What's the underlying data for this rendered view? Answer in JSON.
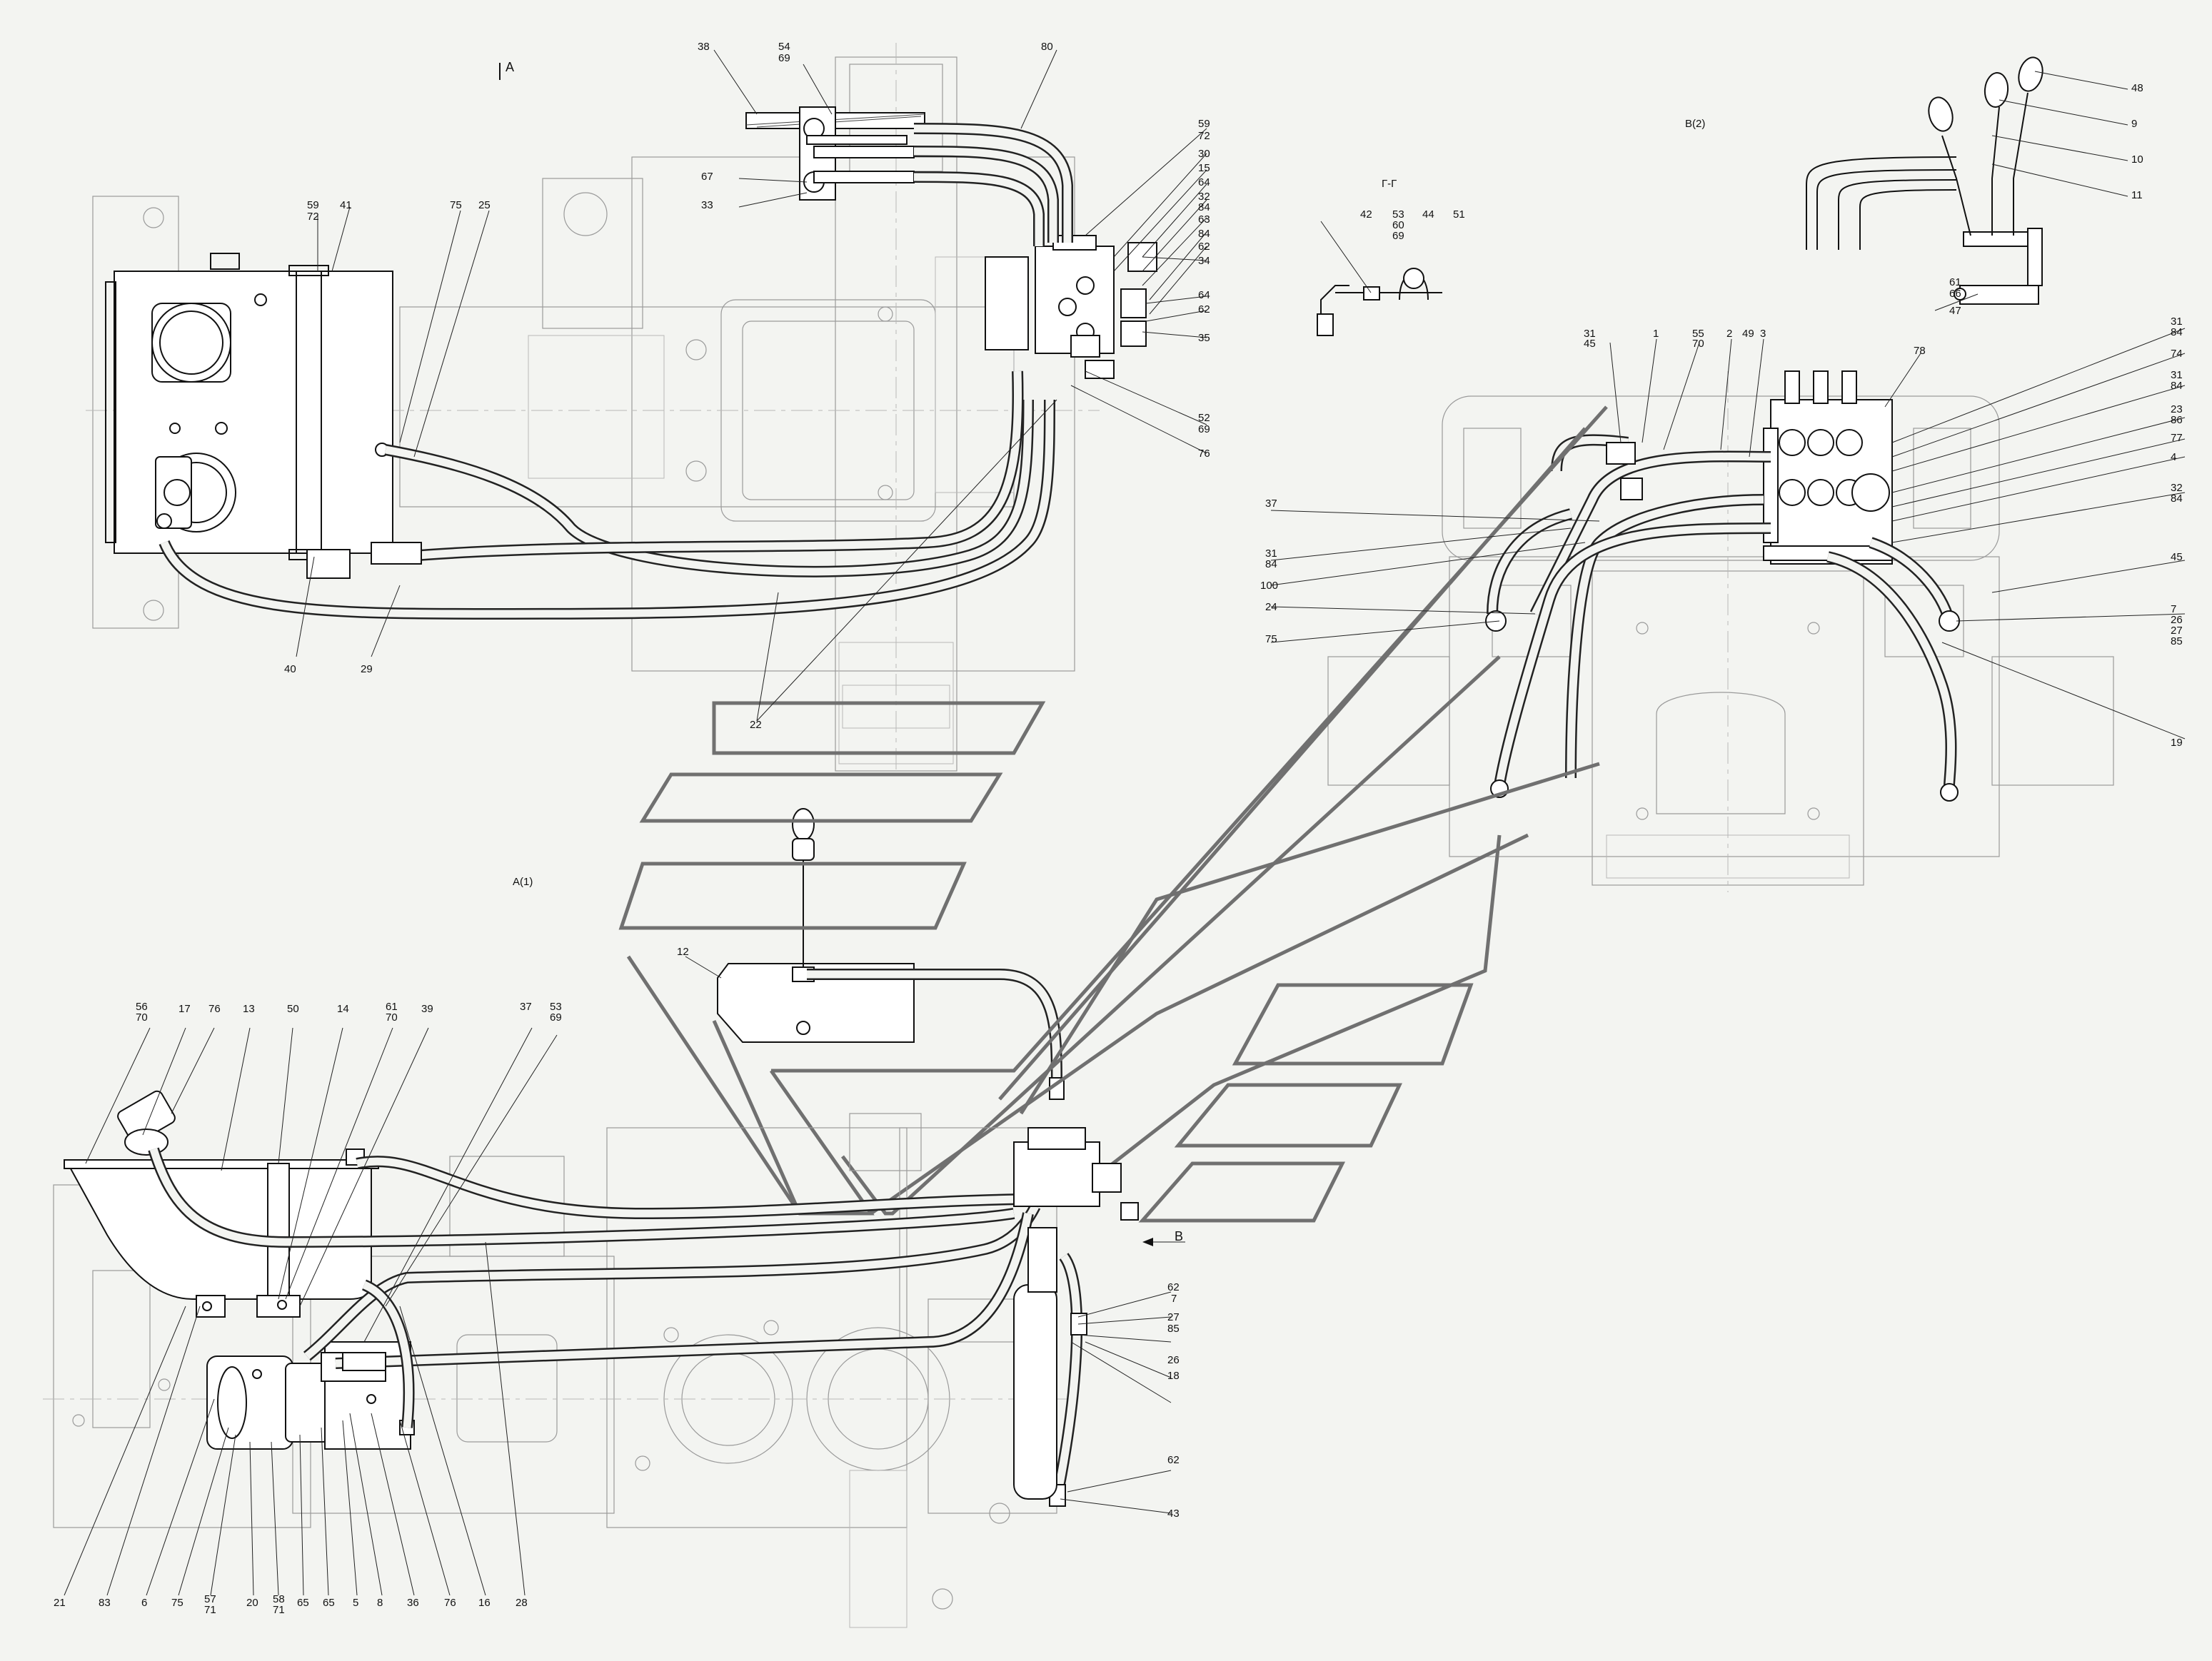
{
  "views": {
    "view_a_marker": "А",
    "view_a_label": "А(1)",
    "view_b_marker": "В",
    "view_b_label": "В(2)",
    "section_label": "Г-Г"
  },
  "callouts_top": [
    "38",
    "54",
    "69",
    "80",
    "59",
    "72",
    "30",
    "15",
    "64",
    "32",
    "84",
    "63",
    "84",
    "62",
    "34",
    "64",
    "62",
    "35",
    "52",
    "69",
    "76",
    "67",
    "33",
    "59",
    "72",
    "41",
    "75",
    "25",
    "40",
    "29",
    "22"
  ],
  "callouts_section": [
    "42",
    "53",
    "60",
    "69",
    "44",
    "51"
  ],
  "callouts_right": [
    "48",
    "9",
    "10",
    "11",
    "61",
    "66",
    "47",
    "31",
    "45",
    "1",
    "55",
    "70",
    "2",
    "49",
    "3",
    "78",
    "31",
    "84",
    "74",
    "31",
    "84",
    "23",
    "86",
    "77",
    "4",
    "32",
    "84",
    "37",
    "31",
    "84",
    "100",
    "24",
    "75",
    "45",
    "7",
    "26",
    "27",
    "85",
    "19"
  ],
  "callouts_center": [
    "12"
  ],
  "callouts_bottom_top": [
    "56",
    "70",
    "17",
    "76",
    "13",
    "50",
    "14",
    "61",
    "70",
    "39",
    "37",
    "53",
    "69"
  ],
  "callouts_bottom_side": [
    "62",
    "7",
    "27",
    "85",
    "26",
    "18",
    "62",
    "43"
  ],
  "callouts_bottom_row": [
    "21",
    "83",
    "6",
    "75",
    "57",
    "71",
    "20",
    "58",
    "71",
    "65",
    "65",
    "5",
    "8",
    "36",
    "76",
    "16",
    "28"
  ]
}
